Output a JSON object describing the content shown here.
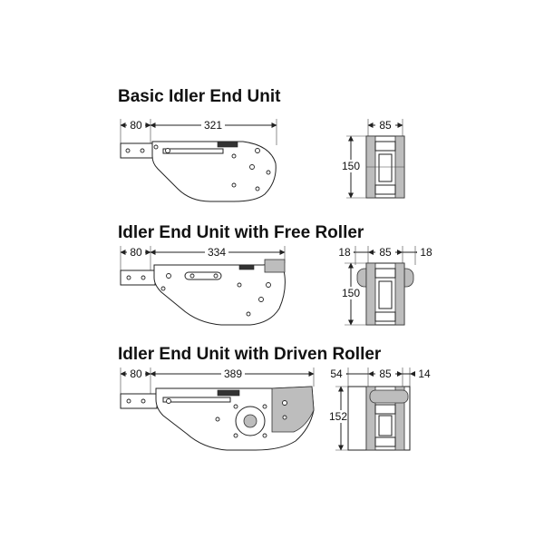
{
  "sections": [
    {
      "title": "Basic Idler End Unit",
      "side_dims": [
        "80",
        "321"
      ],
      "end_dims": [
        "85"
      ],
      "height": "150"
    },
    {
      "title": "Idler End Unit with Free Roller",
      "side_dims": [
        "80",
        "334"
      ],
      "end_dims": [
        "18",
        "85",
        "18"
      ],
      "height": "150"
    },
    {
      "title": "Idler End Unit with Driven Roller",
      "side_dims": [
        "80",
        "389"
      ],
      "end_dims": [
        "54",
        "85",
        "14"
      ],
      "height": "152"
    }
  ],
  "colors": {
    "line": "#222222",
    "fill_grey": "#bdbdbd",
    "background": "#ffffff"
  }
}
